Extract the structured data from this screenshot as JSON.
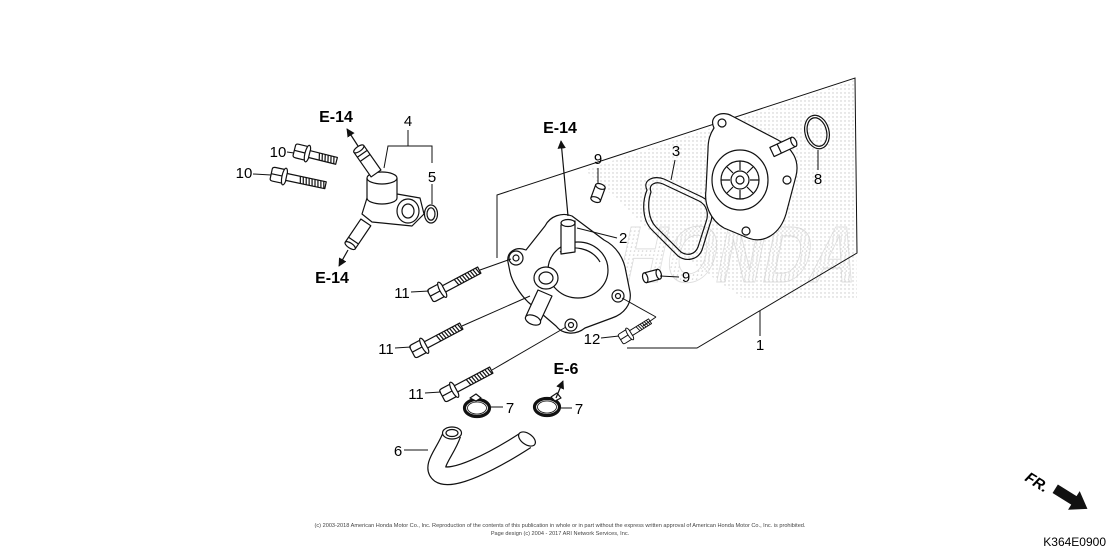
{
  "reference_labels": {
    "e14_upper_left": "E-14",
    "e14_lower_left": "E-14",
    "e14_center": "E-14",
    "e6": "E-6"
  },
  "part_labels": {
    "part_1": "1",
    "part_2": "2",
    "part_3": "3",
    "part_4": "4",
    "part_5": "5",
    "part_6": "6",
    "part_7_left": "7",
    "part_7_right": "7",
    "part_8": "8",
    "part_9_upper": "9",
    "part_9_lower": "9",
    "part_10_upper": "10",
    "part_10_lower": "10",
    "part_11_upper": "11",
    "part_11_middle": "11",
    "part_11_lower": "11",
    "part_12": "12"
  },
  "direction_marker": "FR.",
  "diagram_code": "K364E0900",
  "watermark": "HONDA",
  "copyright_lines": [
    "(c) 2003-2018 American Honda Motor Co., Inc. Reproduction of the contents of this publication in whole or in part without the express written approval of American Honda Motor Co., Inc. is prohibited.",
    "Page design (c) 2004 - 2017 ARI Network Services, Inc."
  ],
  "colors": {
    "line": "#111111",
    "stipple": "#9a9a9a"
  }
}
